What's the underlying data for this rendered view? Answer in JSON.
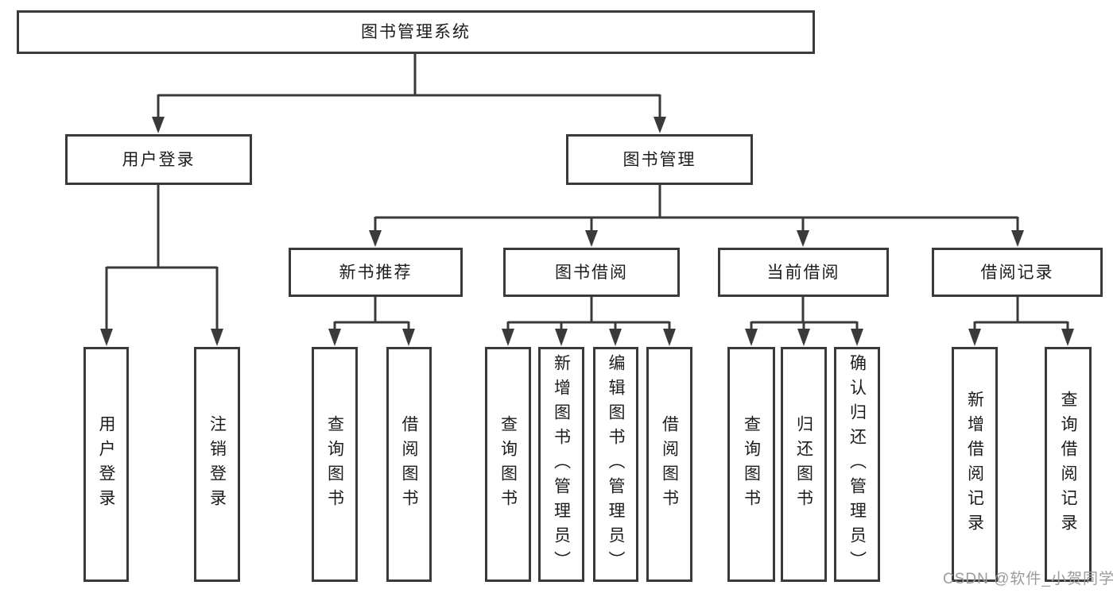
{
  "tree": {
    "root": {
      "label": "图书管理系统"
    },
    "branches": [
      {
        "label": "用户登录",
        "children": [
          {
            "label": "用户登录"
          },
          {
            "label": "注销登录"
          }
        ]
      },
      {
        "label": "图书管理",
        "children": [
          {
            "label": "新书推荐",
            "children": [
              {
                "label": "查询图书"
              },
              {
                "label": "借阅图书"
              }
            ]
          },
          {
            "label": "图书借阅",
            "children": [
              {
                "label": "查询图书"
              },
              {
                "label": "新增图书（管理员）"
              },
              {
                "label": "编辑图书（管理员）"
              },
              {
                "label": "借阅图书"
              }
            ]
          },
          {
            "label": "当前借阅",
            "children": [
              {
                "label": "查询图书"
              },
              {
                "label": "归还图书"
              },
              {
                "label": "确认归还（管理员）"
              }
            ]
          },
          {
            "label": "借阅记录",
            "children": [
              {
                "label": "新增借阅记录"
              },
              {
                "label": "查询借阅记录"
              }
            ]
          }
        ]
      }
    ]
  },
  "watermark": "CSDN @软件_小贺同学",
  "colors": {
    "line": "#3a3a3a",
    "text": "#1c1c1c",
    "watermark": "#9b9b9b",
    "background": "#ffffff"
  }
}
